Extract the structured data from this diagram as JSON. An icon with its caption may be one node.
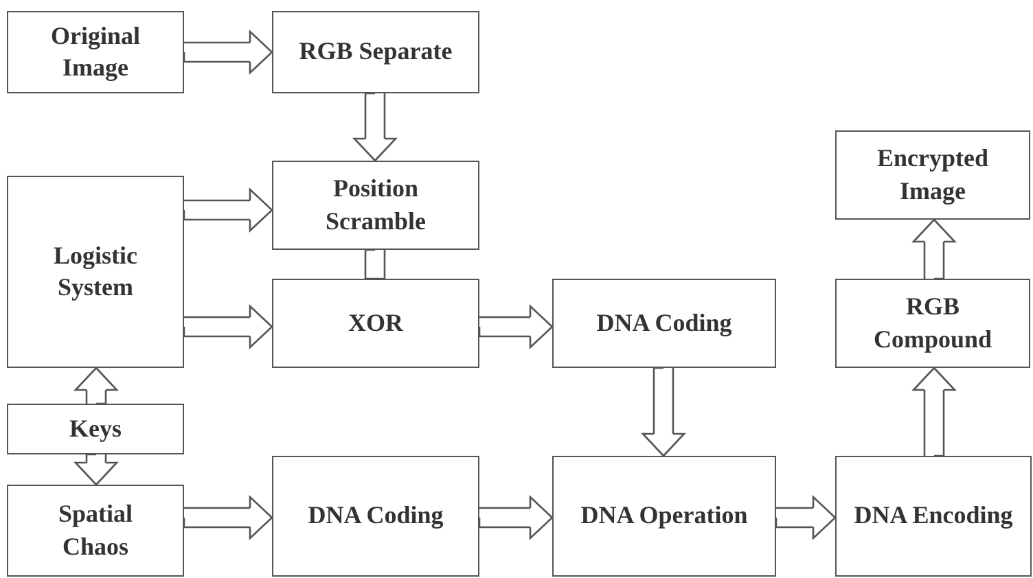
{
  "diagram": {
    "nodes": [
      {
        "text": [
          "Original Image"
        ]
      },
      {
        "text": [
          "RGB Separate"
        ]
      },
      {
        "text": [
          "Logistic System"
        ]
      },
      {
        "text": [
          "Position Scramble"
        ]
      },
      {
        "text": [
          "XOR"
        ]
      },
      {
        "text": [
          "DNA Coding"
        ]
      },
      {
        "text": [
          "Encrypted Image"
        ]
      },
      {
        "text": [
          "RGB Compound"
        ]
      },
      {
        "text": [
          "Keys"
        ]
      },
      {
        "text": [
          "Spatial Chaos"
        ]
      },
      {
        "text": [
          "DNA Coding"
        ]
      },
      {
        "text": [
          "DNA Operation"
        ]
      },
      {
        "text": [
          "DNA Encoding"
        ]
      }
    ],
    "edges": [
      {
        "from": 0,
        "to": 1,
        "arrow": "to"
      },
      {
        "from": 1,
        "to": 3,
        "arrow": "to"
      },
      {
        "from": 2,
        "to": 3,
        "arrow": "to"
      },
      {
        "from": 2,
        "to": 4,
        "arrow": "to"
      },
      {
        "from": 3,
        "to": 4,
        "arrow": "none"
      },
      {
        "from": 4,
        "to": 5,
        "arrow": "to"
      },
      {
        "from": 5,
        "to": 11,
        "arrow": "to"
      },
      {
        "from": 8,
        "to": 2,
        "arrow": "to"
      },
      {
        "from": 8,
        "to": 9,
        "arrow": "to"
      },
      {
        "from": 9,
        "to": 10,
        "arrow": "to"
      },
      {
        "from": 10,
        "to": 11,
        "arrow": "to"
      },
      {
        "from": 11,
        "to": 12,
        "arrow": "to"
      },
      {
        "from": 12,
        "to": 7,
        "arrow": "to"
      },
      {
        "from": 7,
        "to": 6,
        "arrow": "to"
      }
    ]
  }
}
